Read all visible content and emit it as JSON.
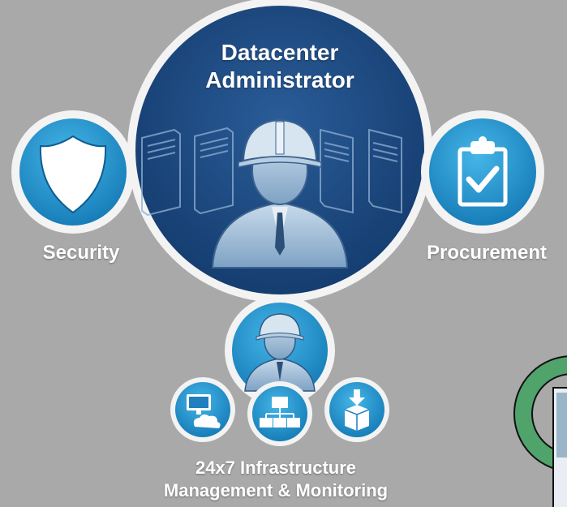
{
  "main": {
    "title_line1": "Datacenter",
    "title_line2": "Administrator"
  },
  "security": {
    "label": "Security"
  },
  "procurement": {
    "label": "Procurement"
  },
  "infrastructure": {
    "line1": "24x7 Infrastructure",
    "line2": "Management & Monitoring"
  },
  "colors": {
    "background": "#a9a9a9",
    "main_circle": "#1b4a85",
    "accent_blue": "#1e90c8",
    "ring_white": "#f4f4f4",
    "corner_green": "#4fa36b"
  },
  "icons": [
    "shield-icon",
    "clipboard-check-icon",
    "worker-icon",
    "monitor-cloud-icon",
    "network-icon",
    "box-download-icon"
  ]
}
